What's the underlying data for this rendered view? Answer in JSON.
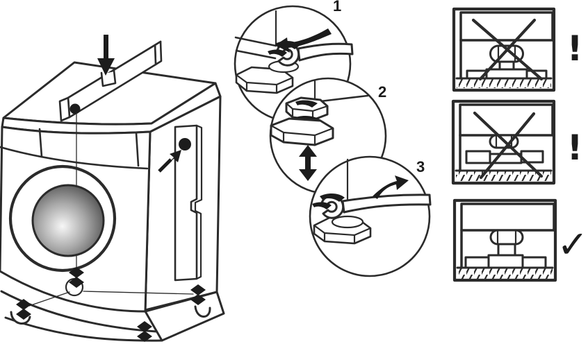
{
  "labels": {
    "step1": "1",
    "step2": "2",
    "step3": "3"
  },
  "marks": {
    "not_allowed_top": "!",
    "not_allowed_middle": "!",
    "allowed": "✓"
  },
  "icons": {
    "step_circle_1": "wrench-turn-foot-icon",
    "step_circle_2": "locknut-height-adjust-icon",
    "step_circle_3": "wrench-tighten-locknut-icon",
    "down_arrow": "press-down-arrow-icon",
    "pointer_arrow": "level-bubble-pointer-icon",
    "cross": "crossed-out-icon",
    "diamond_markers": "foot-position-marker-icon"
  },
  "colors": {
    "ink": "#2b2b2b",
    "paper": "#ffffff",
    "black": "#1c1c1c",
    "drum_light": "#f7f7f7",
    "drum_mid": "#a8a8a8",
    "drum_dark": "#3d3d3d"
  }
}
